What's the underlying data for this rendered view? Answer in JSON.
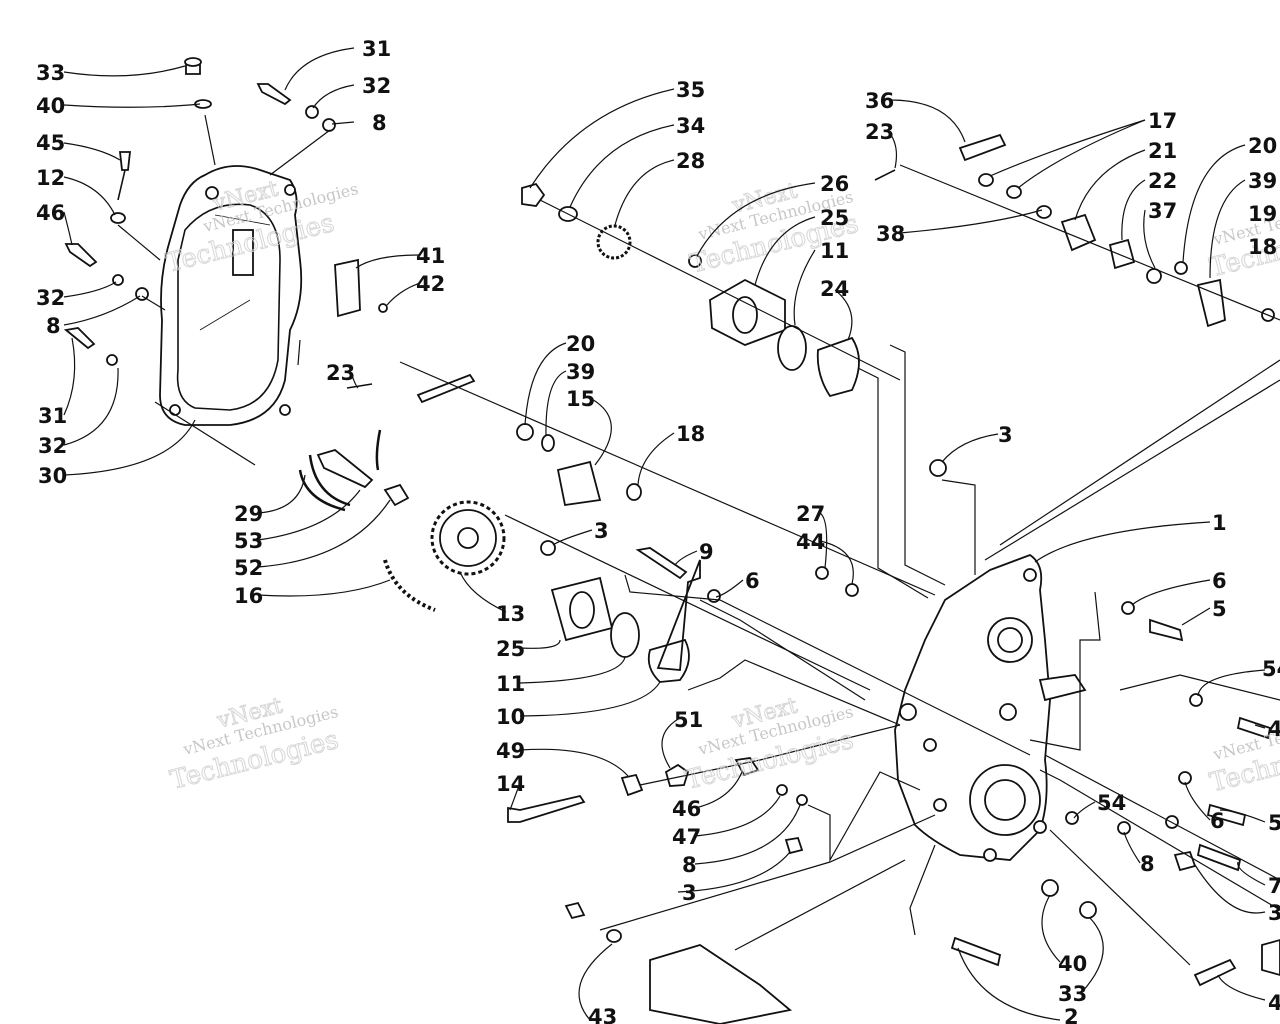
{
  "watermark": {
    "line1": "vNext",
    "line2": "Technologies",
    "line3": "vNext Technologies",
    "line4": "Technologies"
  },
  "callouts": [
    {
      "id": "c01",
      "label": "33"
    },
    {
      "id": "c02",
      "label": "40"
    },
    {
      "id": "c03",
      "label": "45"
    },
    {
      "id": "c04",
      "label": "12"
    },
    {
      "id": "c05",
      "label": "46"
    },
    {
      "id": "c06",
      "label": "32"
    },
    {
      "id": "c07",
      "label": "8"
    },
    {
      "id": "c08",
      "label": "31"
    },
    {
      "id": "c09",
      "label": "32"
    },
    {
      "id": "c10",
      "label": "30"
    },
    {
      "id": "c11",
      "label": "31"
    },
    {
      "id": "c12",
      "label": "32"
    },
    {
      "id": "c13",
      "label": "8"
    },
    {
      "id": "c14",
      "label": "41"
    },
    {
      "id": "c15",
      "label": "42"
    },
    {
      "id": "c16",
      "label": "23"
    },
    {
      "id": "c17",
      "label": "29"
    },
    {
      "id": "c18",
      "label": "53"
    },
    {
      "id": "c19",
      "label": "52"
    },
    {
      "id": "c20",
      "label": "16"
    },
    {
      "id": "c21",
      "label": "13"
    },
    {
      "id": "c22",
      "label": "35"
    },
    {
      "id": "c23",
      "label": "34"
    },
    {
      "id": "c24",
      "label": "28"
    },
    {
      "id": "c25",
      "label": "26"
    },
    {
      "id": "c26",
      "label": "25"
    },
    {
      "id": "c27",
      "label": "11"
    },
    {
      "id": "c28",
      "label": "24"
    },
    {
      "id": "c29",
      "label": "20"
    },
    {
      "id": "c30",
      "label": "39"
    },
    {
      "id": "c31",
      "label": "15"
    },
    {
      "id": "c32",
      "label": "18"
    },
    {
      "id": "c33",
      "label": "3"
    },
    {
      "id": "c34",
      "label": "25"
    },
    {
      "id": "c35",
      "label": "11"
    },
    {
      "id": "c36",
      "label": "10"
    },
    {
      "id": "c37",
      "label": "9"
    },
    {
      "id": "c38",
      "label": "6"
    },
    {
      "id": "c39",
      "label": "27"
    },
    {
      "id": "c40",
      "label": "44"
    },
    {
      "id": "c41",
      "label": "3"
    },
    {
      "id": "c42",
      "label": "1"
    },
    {
      "id": "c43",
      "label": "6"
    },
    {
      "id": "c44",
      "label": "5"
    },
    {
      "id": "c45",
      "label": "36"
    },
    {
      "id": "c46",
      "label": "23"
    },
    {
      "id": "c47",
      "label": "17"
    },
    {
      "id": "c48",
      "label": "21"
    },
    {
      "id": "c49",
      "label": "22"
    },
    {
      "id": "c50",
      "label": "37"
    },
    {
      "id": "c51",
      "label": "38"
    },
    {
      "id": "c52",
      "label": "20"
    },
    {
      "id": "c53",
      "label": "39"
    },
    {
      "id": "c54",
      "label": "19"
    },
    {
      "id": "c55",
      "label": "18"
    },
    {
      "id": "c56",
      "label": "51"
    },
    {
      "id": "c57",
      "label": "49"
    },
    {
      "id": "c58",
      "label": "14"
    },
    {
      "id": "c59",
      "label": "46"
    },
    {
      "id": "c60",
      "label": "47"
    },
    {
      "id": "c61",
      "label": "8"
    },
    {
      "id": "c62",
      "label": "3"
    },
    {
      "id": "c63",
      "label": "54"
    },
    {
      "id": "c64",
      "label": "8"
    },
    {
      "id": "c65",
      "label": "6"
    },
    {
      "id": "c66",
      "label": "54"
    },
    {
      "id": "c67",
      "label": "4"
    },
    {
      "id": "c68",
      "label": "5"
    },
    {
      "id": "c69",
      "label": "7"
    },
    {
      "id": "c70",
      "label": "3"
    },
    {
      "id": "c71",
      "label": "40"
    },
    {
      "id": "c72",
      "label": "33"
    },
    {
      "id": "c73",
      "label": "2"
    },
    {
      "id": "c74",
      "label": "43"
    },
    {
      "id": "c75",
      "label": "4"
    }
  ]
}
